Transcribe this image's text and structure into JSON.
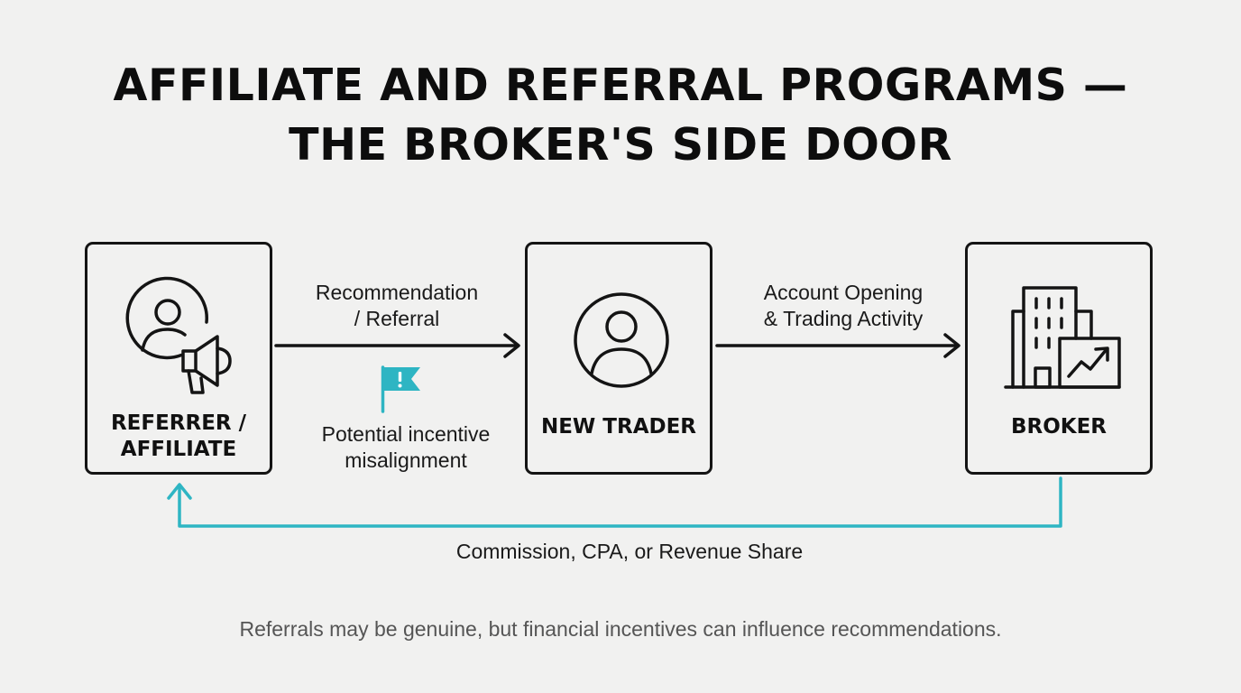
{
  "title": {
    "line1": "AFFILIATE AND REFERRAL PROGRAMS —",
    "line2": "THE BROKER'S SIDE DOOR"
  },
  "nodes": {
    "referrer": {
      "label": "REFERRER / AFFILIATE",
      "icon": "person-megaphone-icon"
    },
    "trader": {
      "label": "NEW TRADER",
      "icon": "person-circle-icon"
    },
    "broker": {
      "label": "BROKER",
      "icon": "building-chart-icon"
    }
  },
  "edges": {
    "referral": {
      "label": "Recommendation\n/ Referral"
    },
    "account": {
      "label": "Account Opening\n& Trading Activity"
    },
    "payout": {
      "label": "Commission, CPA, or Revenue Share"
    }
  },
  "warning": {
    "label": "Potential incentive\nmisalignment",
    "icon": "warning-flag-icon"
  },
  "footnote": "Referrals may be genuine, but financial incentives can influence recommendations.",
  "colors": {
    "accent": "#2eb5c3",
    "ink": "#141414",
    "background": "#f1f1f0",
    "muted": "#555555"
  }
}
